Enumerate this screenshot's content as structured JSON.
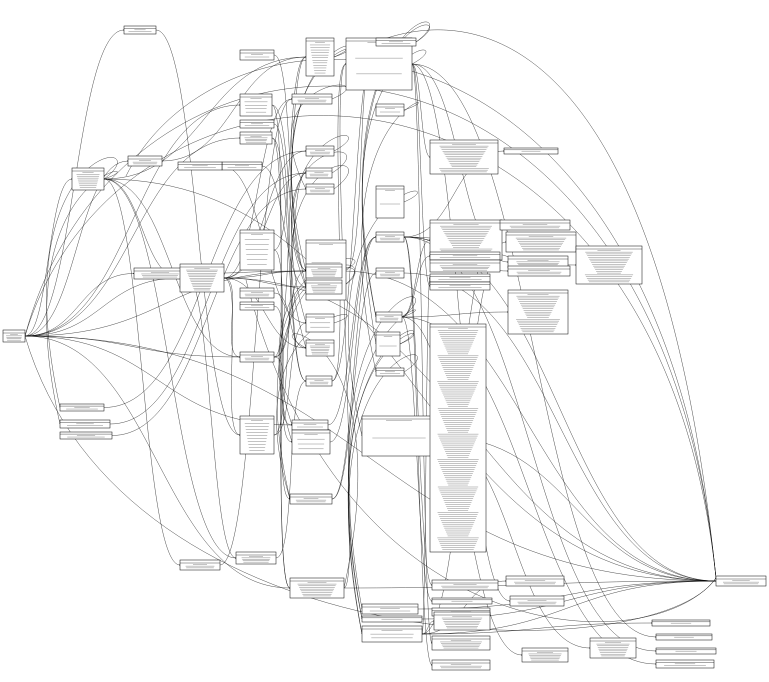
{
  "diagram": {
    "kind": "schema-relationship-graph",
    "orientation": "left-to-right",
    "colors": {
      "background": "#ffffff",
      "node_border": "#000000",
      "edge": "#000000",
      "text": "#000000"
    },
    "nodes": [
      {
        "id": "root",
        "rows": 5
      },
      {
        "id": "n_hub_a",
        "rows": 9
      },
      {
        "id": "n_top_1",
        "rows": 3
      },
      {
        "id": "n_top_2",
        "rows": 4
      },
      {
        "id": "n_top_3",
        "rows": 6
      },
      {
        "id": "n_col3_a",
        "rows": 14
      },
      {
        "id": "n_col3_b",
        "rows": 3
      },
      {
        "id": "n_col3_c",
        "rows": 2
      },
      {
        "id": "n_col3_d",
        "rows": 3
      },
      {
        "id": "n_col3_e",
        "rows": 2
      },
      {
        "id": "n_col3_f",
        "rows": 2
      },
      {
        "id": "n_col3_g",
        "rows": 3
      },
      {
        "id": "n_col3_h",
        "rows": 2
      },
      {
        "id": "n_col3_i",
        "rows": 5
      },
      {
        "id": "n_col3_j",
        "rows": 2
      },
      {
        "id": "n_col3_k",
        "rows": 5
      },
      {
        "id": "n_col3_l",
        "rows": 7
      },
      {
        "id": "n_col3_m",
        "rows": 3
      },
      {
        "id": "n_col3_n",
        "rows": 4
      },
      {
        "id": "n_col4_a",
        "rows": 20
      },
      {
        "id": "n_col4_b",
        "rows": 11
      },
      {
        "id": "n_col4_c",
        "rows": 5
      },
      {
        "id": "n_col4_d",
        "rows": 3
      },
      {
        "id": "n_col4_e",
        "rows": 9
      },
      {
        "id": "n_col5_a",
        "rows": 13
      },
      {
        "id": "n_col5_b",
        "rows": 3
      },
      {
        "id": "n_col5_c",
        "rows": 7
      },
      {
        "id": "n_col5_d",
        "rows": 9
      },
      {
        "id": "n_col5_e",
        "rows": 3
      },
      {
        "id": "n_col6_a",
        "rows": 14
      },
      {
        "id": "n_col6_b",
        "rows": 8
      },
      {
        "id": "n_col6_c",
        "rows": 3
      },
      {
        "id": "n_col6_d",
        "rows": 130
      },
      {
        "id": "n_col6_e",
        "rows": 3
      },
      {
        "id": "n_col7_a",
        "rows": 2
      },
      {
        "id": "n_col7_b",
        "rows": 4
      },
      {
        "id": "n_col7_c",
        "rows": 8
      },
      {
        "id": "n_col7_d",
        "rows": 3
      },
      {
        "id": "n_col7_e",
        "rows": 3
      },
      {
        "id": "n_col7_f",
        "rows": 2
      },
      {
        "id": "n_col7_g",
        "rows": 2
      },
      {
        "id": "n_col8_a",
        "rows": 7
      },
      {
        "id": "n_col8_b",
        "rows": 4
      },
      {
        "id": "n_col8_c",
        "rows": 4
      },
      {
        "id": "n_col8_d",
        "rows": 2
      },
      {
        "id": "n_col8_e",
        "rows": 2
      },
      {
        "id": "n_col9_a",
        "rows": 2
      },
      {
        "id": "n_col9_b",
        "rows": 2
      },
      {
        "id": "n_col9_c",
        "rows": 2
      },
      {
        "id": "n_col9_d",
        "rows": 3
      },
      {
        "id": "sink",
        "rows": 3
      }
    ],
    "edges": [
      [
        "root",
        "n_hub_a"
      ],
      [
        "root",
        "n_top_1"
      ],
      [
        "root",
        "n_top_2"
      ],
      [
        "root",
        "n_top_3"
      ],
      [
        "root",
        "n_col3_a"
      ],
      [
        "root",
        "n_col3_i"
      ],
      [
        "root",
        "n_col3_k"
      ],
      [
        "root",
        "n_col4_a"
      ],
      [
        "root",
        "n_col4_e"
      ],
      [
        "root",
        "n_col6_a"
      ],
      [
        "root",
        "n_col7_a"
      ],
      [
        "root",
        "sink"
      ],
      [
        "n_hub_a",
        "n_col3_a"
      ],
      [
        "n_hub_a",
        "n_col3_b"
      ],
      [
        "n_hub_a",
        "n_col3_c"
      ],
      [
        "n_hub_a",
        "n_col3_d"
      ],
      [
        "n_hub_a",
        "n_col4_a"
      ],
      [
        "n_hub_a",
        "n_col4_c"
      ],
      [
        "n_hub_a",
        "n_col5_a"
      ],
      [
        "n_hub_a",
        "sink"
      ],
      [
        "n_top_1",
        "n_col4_b"
      ],
      [
        "n_top_2",
        "n_col5_a"
      ],
      [
        "n_top_3",
        "n_col4_c"
      ],
      [
        "n_top_3",
        "n_col6_a"
      ],
      [
        "n_col3_a",
        "n_col4_a"
      ],
      [
        "n_col3_a",
        "n_col4_b"
      ],
      [
        "n_col3_a",
        "n_col4_d"
      ],
      [
        "n_col3_a",
        "n_col5_b"
      ],
      [
        "n_col3_a",
        "n_col5_c"
      ],
      [
        "n_col3_a",
        "n_col6_a"
      ],
      [
        "n_col3_a",
        "n_col6_b"
      ],
      [
        "n_col3_a",
        "n_col6_d"
      ],
      [
        "n_col3_a",
        "sink"
      ],
      [
        "n_col3_b",
        "n_col4_d"
      ],
      [
        "n_col3_c",
        "n_col5_b"
      ],
      [
        "n_col3_d",
        "n_col5_c"
      ],
      [
        "n_col3_e",
        "n_col5_d"
      ],
      [
        "n_col3_f",
        "n_col6_b"
      ],
      [
        "n_col3_g",
        "n_col6_c"
      ],
      [
        "n_col3_h",
        "n_col5_e"
      ],
      [
        "n_col3_i",
        "n_col4_e"
      ],
      [
        "n_col3_i",
        "n_col5_e"
      ],
      [
        "n_col3_j",
        "n_col6_e"
      ],
      [
        "n_col3_k",
        "n_col4_e"
      ],
      [
        "n_col3_k",
        "n_col6_e"
      ],
      [
        "n_col3_l",
        "n_col5_a"
      ],
      [
        "n_col3_l",
        "n_col7_c"
      ],
      [
        "n_col3_m",
        "n_col6_d"
      ],
      [
        "n_col3_n",
        "n_col7_b"
      ],
      [
        "n_col4_a",
        "n_col5_a"
      ],
      [
        "n_col4_a",
        "n_col6_a"
      ],
      [
        "n_col4_a",
        "n_col6_b"
      ],
      [
        "n_col4_a",
        "n_col7_a"
      ],
      [
        "n_col4_b",
        "n_col5_c"
      ],
      [
        "n_col4_b",
        "n_col6_c"
      ],
      [
        "n_col4_c",
        "n_col6_e"
      ],
      [
        "n_col4_d",
        "n_col5_d"
      ],
      [
        "n_col4_e",
        "n_col6_d"
      ],
      [
        "n_col4_e",
        "n_col7_d"
      ],
      [
        "n_col4_e",
        "sink"
      ],
      [
        "n_col5_a",
        "n_col6_a"
      ],
      [
        "n_col5_a",
        "n_col6_b"
      ],
      [
        "n_col5_b",
        "n_col6_c"
      ],
      [
        "n_col5_c",
        "n_col6_b"
      ],
      [
        "n_col5_d",
        "n_col6_d"
      ],
      [
        "n_col5_e",
        "n_col7_e"
      ],
      [
        "n_col6_a",
        "n_col7_a"
      ],
      [
        "n_col6_a",
        "sink"
      ],
      [
        "n_col6_b",
        "n_col7_b"
      ],
      [
        "n_col6_b",
        "n_col7_c"
      ],
      [
        "n_col6_c",
        "n_col7_c"
      ],
      [
        "n_col6_e",
        "n_col7_d"
      ],
      [
        "n_col6_e",
        "n_col7_e"
      ],
      [
        "n_col7_a",
        "n_col8_a"
      ],
      [
        "n_col7_b",
        "n_col8_a"
      ],
      [
        "n_col7_c",
        "n_col8_a"
      ],
      [
        "n_col7_c",
        "n_col8_b"
      ],
      [
        "n_col7_d",
        "n_col8_c"
      ],
      [
        "n_col7_e",
        "n_col8_c"
      ],
      [
        "n_col7_e",
        "n_col8_d"
      ],
      [
        "n_col7_f",
        "n_col8_e"
      ],
      [
        "n_col7_g",
        "n_col9_a"
      ],
      [
        "n_col8_a",
        "sink"
      ],
      [
        "n_col8_b",
        "sink"
      ],
      [
        "n_col8_c",
        "n_col9_b"
      ],
      [
        "n_col8_c",
        "n_col9_c"
      ],
      [
        "n_col8_d",
        "n_col9_c"
      ],
      [
        "n_col8_d",
        "n_col9_d"
      ],
      [
        "n_col8_e",
        "n_col9_d"
      ],
      [
        "n_col9_a",
        "sink"
      ],
      [
        "n_col9_b",
        "sink"
      ],
      [
        "n_col9_c",
        "sink"
      ],
      [
        "n_col9_d",
        "sink"
      ]
    ]
  }
}
